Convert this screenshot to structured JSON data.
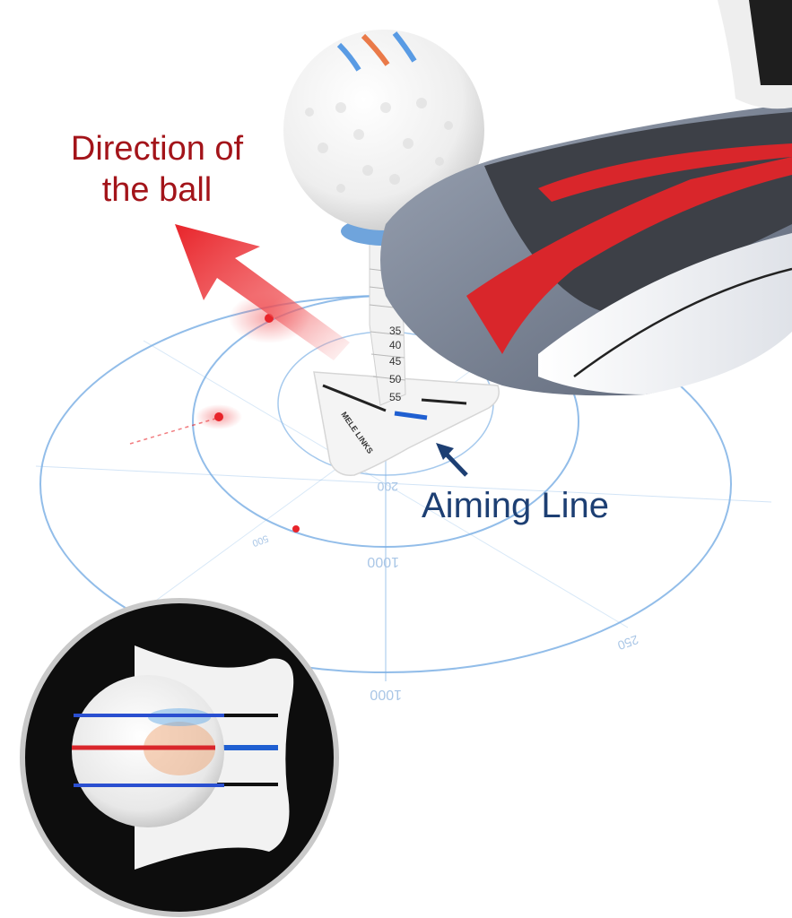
{
  "callouts": {
    "direction_line1": "Direction of",
    "direction_line2": "the ball",
    "aiming": "Aiming Line"
  },
  "tee": {
    "scale": [
      "35",
      "40",
      "45",
      "50",
      "55"
    ],
    "brand": "MELE LINKS"
  },
  "target_marks": [
    "200",
    "1000",
    "1000",
    "250",
    "500"
  ],
  "icons": {
    "direction_arrow": "direction-arrow-icon",
    "aiming_arrow": "aiming-arrow-icon"
  },
  "colors": {
    "arrow_red": "#e8242a",
    "label_red": "#a3141a",
    "label_blue": "#1d3f73",
    "ring_blue": "#7fb2e5",
    "line_blue": "#1f5fd1",
    "line_red": "#d9262b",
    "club_dark": "#3d4047",
    "inset_bg": "#0d0d0d"
  }
}
